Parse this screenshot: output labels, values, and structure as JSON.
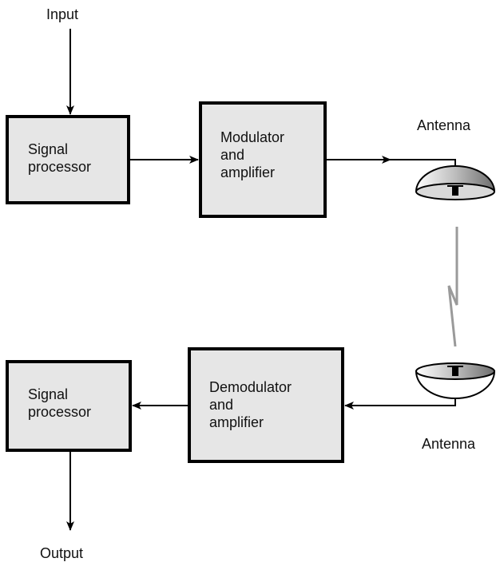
{
  "diagram": {
    "input_label": "Input",
    "output_label": "Output",
    "tx_signal_processor": [
      "Signal",
      "processor"
    ],
    "tx_modulator": [
      "Modulator",
      "and",
      "amplifier"
    ],
    "tx_antenna_label": "Antenna",
    "rx_demodulator": [
      "Demodulator",
      "and",
      "amplifier"
    ],
    "rx_signal_processor": [
      "Signal",
      "processor"
    ],
    "rx_antenna_label": "Antenna"
  },
  "colors": {
    "box_fill": "#e6e6e6",
    "box_stroke": "#000000",
    "link": "#9a9a9a",
    "dish_fill": "#d9d9d9"
  }
}
